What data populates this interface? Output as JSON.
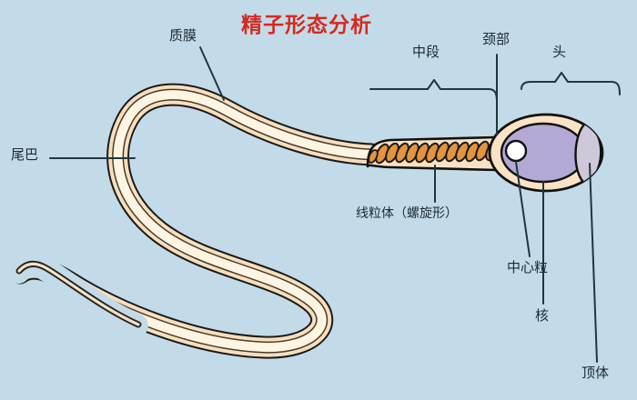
{
  "title": {
    "text": "精子形态分析",
    "color": "#d42a20"
  },
  "background_color": "#c3dbe8",
  "labels": {
    "plasma_membrane": "质膜",
    "tail": "尾巴",
    "midpiece": "中段",
    "neck": "颈部",
    "head": "头",
    "mitochondria": "线粒体（螺旋形）",
    "centriole": "中心粒",
    "nucleus": "核",
    "acrosome": "顶体"
  },
  "colors": {
    "background": "#c3dbe8",
    "membrane_fill": "#fae3c4",
    "membrane_outline": "#1a1a1a",
    "cytoplasm_fill": "#fdf3e0",
    "nucleus_fill": "#b3a9d4",
    "acrosome_fill": "#cfc8d8",
    "centriole_fill": "#ffffff",
    "mitochondria_fill": "#e0903c",
    "leader_line": "#1f3640",
    "label_text": "#1c2a33"
  },
  "structures": [
    {
      "name": "head",
      "label": "头"
    },
    {
      "name": "neck",
      "label": "颈部"
    },
    {
      "name": "midpiece",
      "label": "中段"
    },
    {
      "name": "tail",
      "label": "尾巴"
    },
    {
      "name": "plasma-membrane",
      "label": "质膜"
    },
    {
      "name": "mitochondria",
      "label": "线粒体（螺旋形）"
    },
    {
      "name": "centriole",
      "label": "中心粒"
    },
    {
      "name": "nucleus",
      "label": "核"
    },
    {
      "name": "acrosome",
      "label": "顶体"
    }
  ]
}
